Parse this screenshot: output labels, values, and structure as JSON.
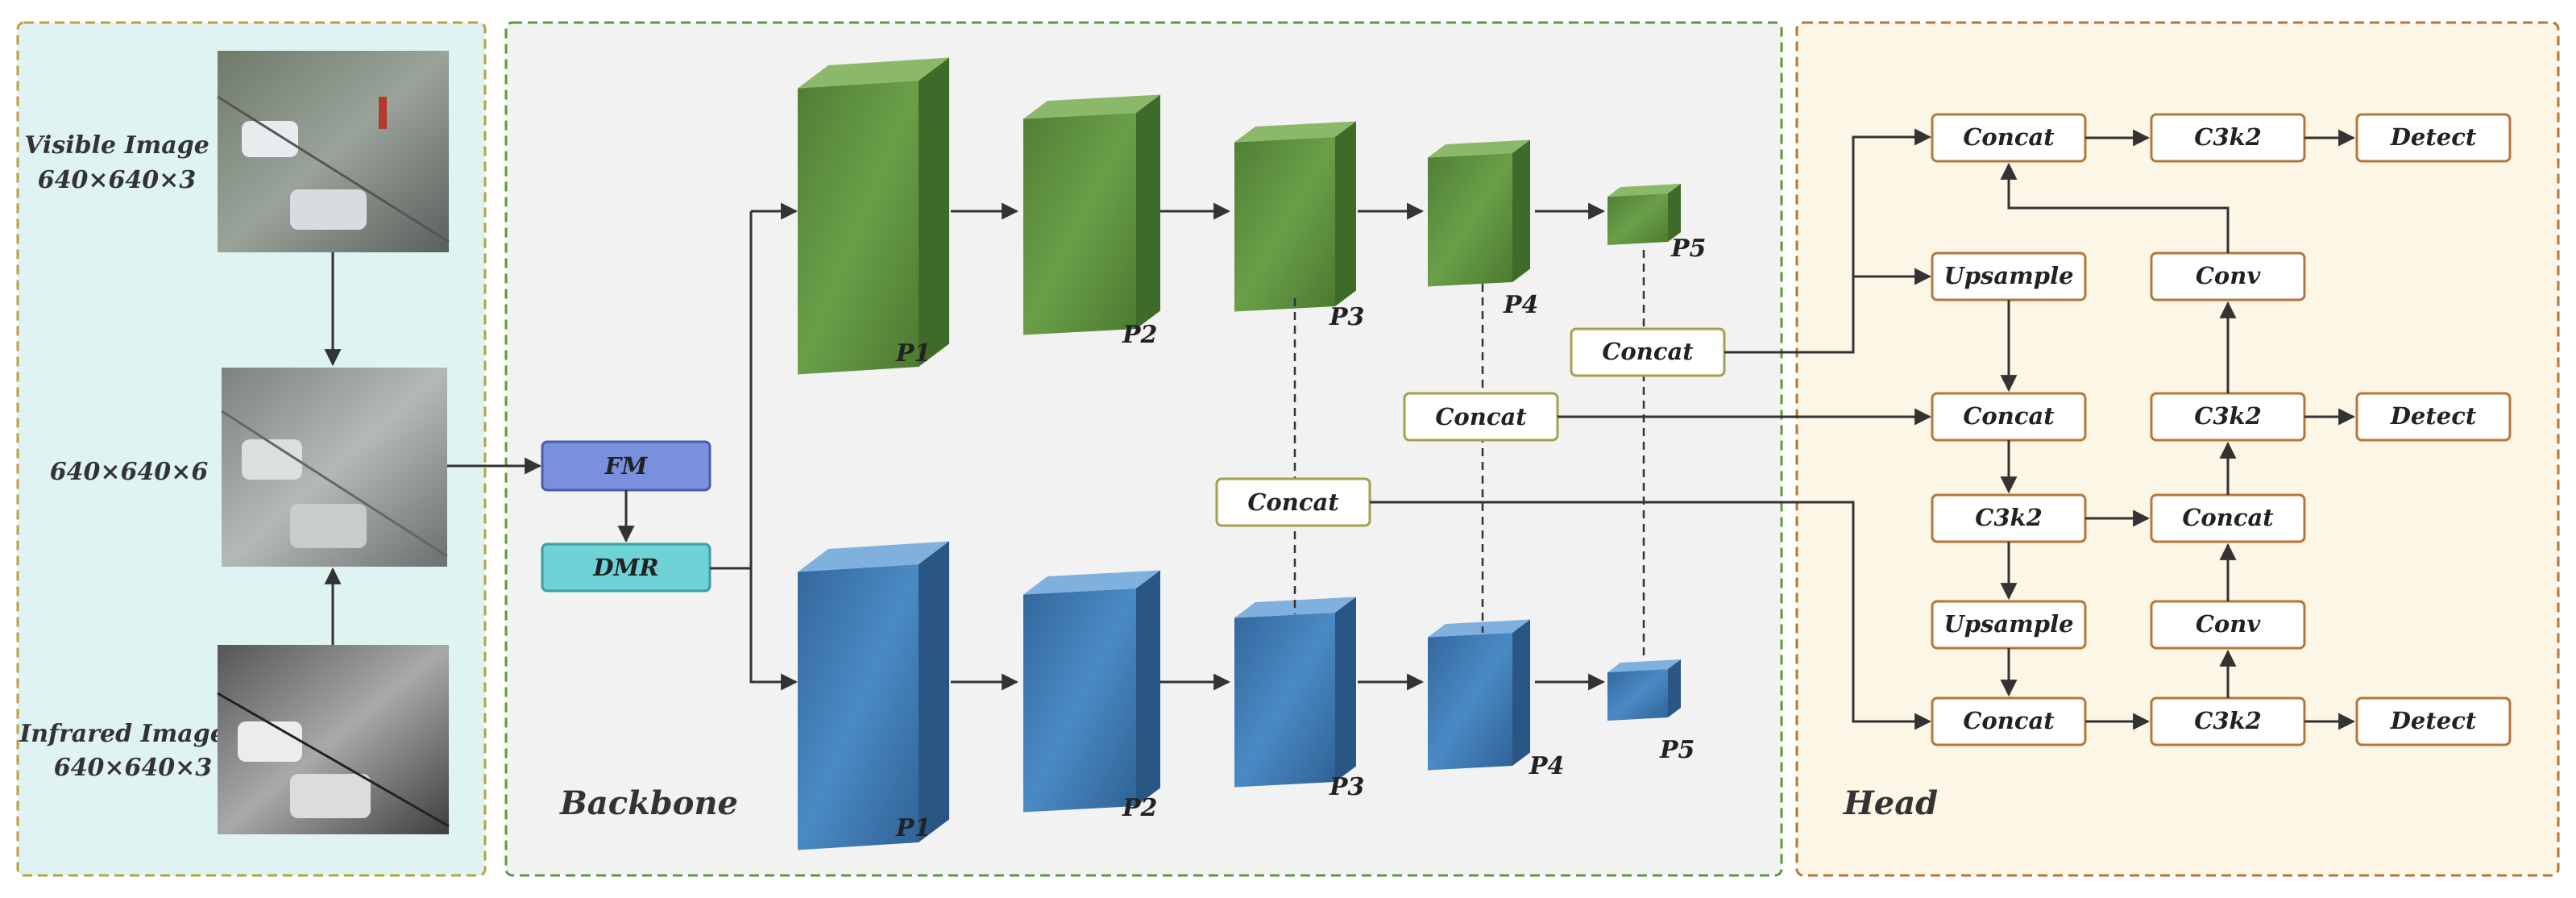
{
  "input": {
    "visible_label": "Visible Image",
    "visible_size": "640×640×3",
    "fused_size": "640×640×6",
    "infrared_label": "Infrared Image",
    "infrared_size": "640×640×3"
  },
  "modules": {
    "fm": "FM",
    "dmr": "DMR"
  },
  "backbone": {
    "title": "Backbone",
    "levels": [
      "P1",
      "P2",
      "P3",
      "P4",
      "P5"
    ],
    "concat": "Concat"
  },
  "head": {
    "title": "Head",
    "concat": "Concat",
    "c3k2": "C3k2",
    "detect": "Detect",
    "upsample": "Upsample",
    "conv": "Conv"
  },
  "colors": {
    "input_panel_bg": "#dff3f3",
    "backbone_panel_bg": "#f2f2f2",
    "head_panel_bg": "#fbf6e6",
    "green_cube": "#5a8f3e",
    "blue_cube": "#3e78b0",
    "fm_box": "#7b8fdf",
    "dmr_box": "#6dd3d6",
    "head_box_border": "#b5763a"
  }
}
